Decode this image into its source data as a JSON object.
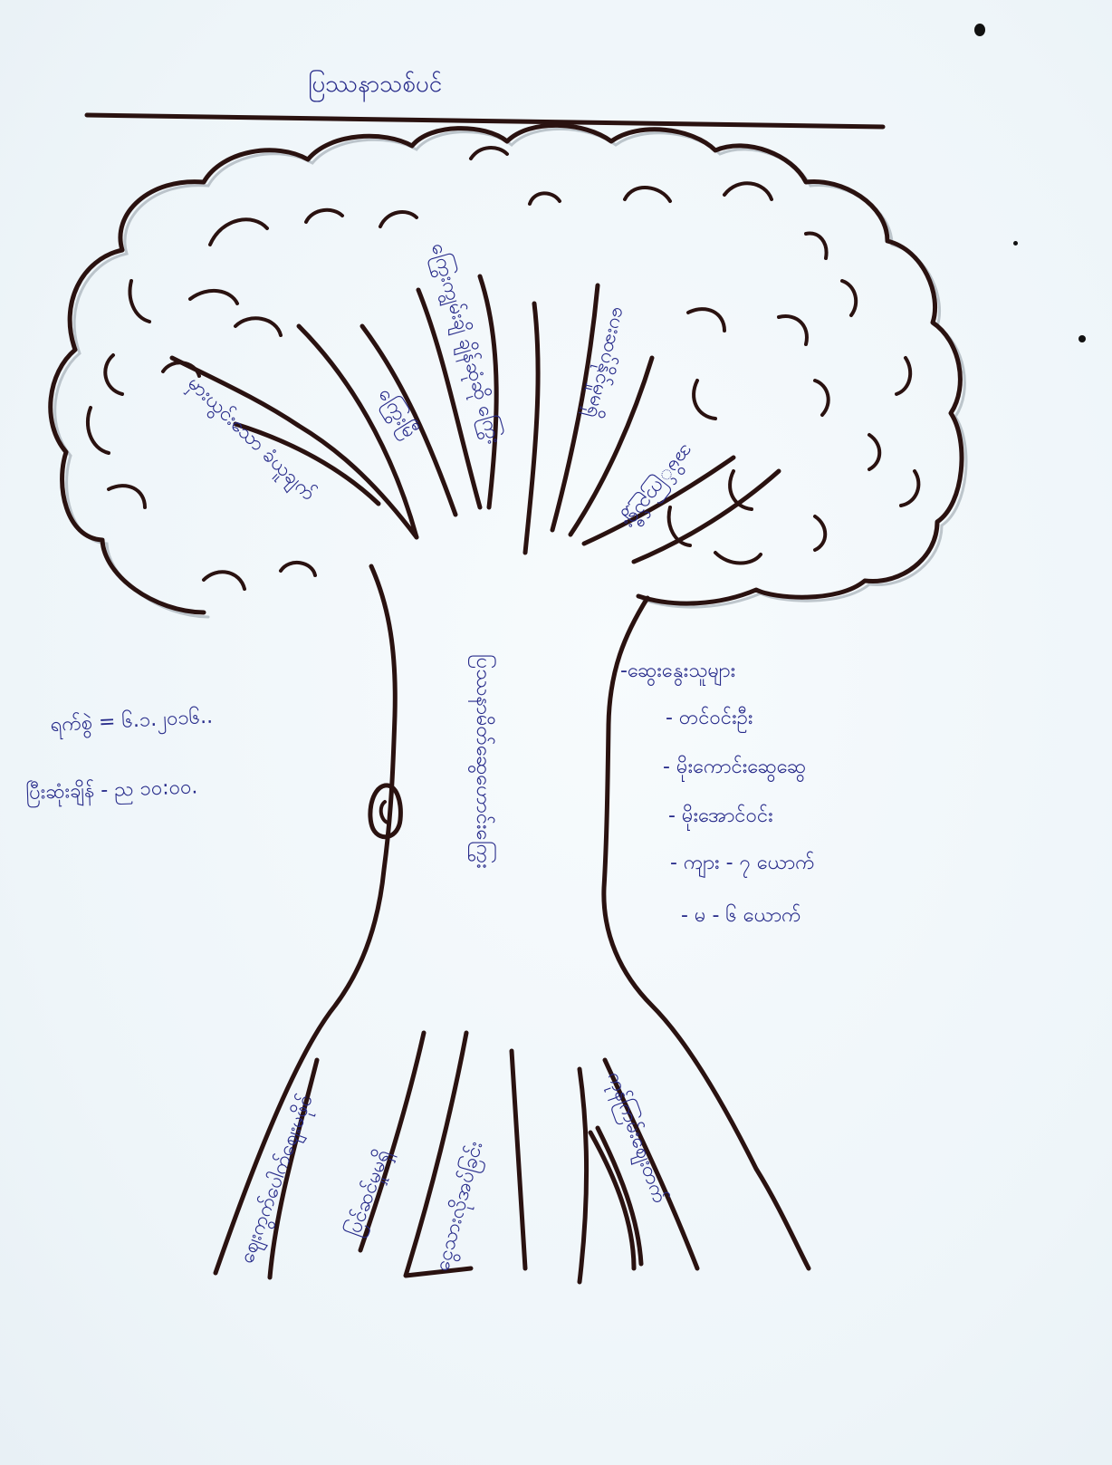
{
  "title": "ပြဿနာသစ်ပင်",
  "branches": [
    "မှားယွင်းသော ခံယူချက်",
    "ကြွေးမြီ",
    "ကြွေးကျွမ်းချိ ချိန်ဆုံဆို ကြွေး",
    "ပေးဆပ်နိုင်မှုမရှိ",
    "အမိ်ကြည်ရွှီး"
  ],
  "trunk": "ပြဿနာမိတ်ဆွေဟောင်းကြွေး",
  "roots": [
    "ဈေးကွက်ပေါက်ဈေးမဖိုင်",
    "ပြင်ဆင်မှုမရှိ",
    "ငွေသားလိုအပ်ခြင်း",
    "ကုန်ကြမ်းစျေးတက်"
  ],
  "left_notes": {
    "date": "ရက်စွဲ = ၆.၁.၂၀၁၆..",
    "time": "ပြီးဆုံးချိန် - ည ၁၀:၀၀."
  },
  "right_notes": {
    "heading": "-ဆွေးနွေးသူများ",
    "items": [
      "- တင်ဝင်းဦး",
      "- မိုးကောင်းဆွေဆွေ",
      "- မိုးအောင်ဝင်း",
      "- ကျား - ၇ ယောက်",
      "- မ - ၆ ယောက်"
    ]
  },
  "colors": {
    "ink": "#2a1210",
    "pen": "#262a8a",
    "paper": "#f2f7fb"
  }
}
